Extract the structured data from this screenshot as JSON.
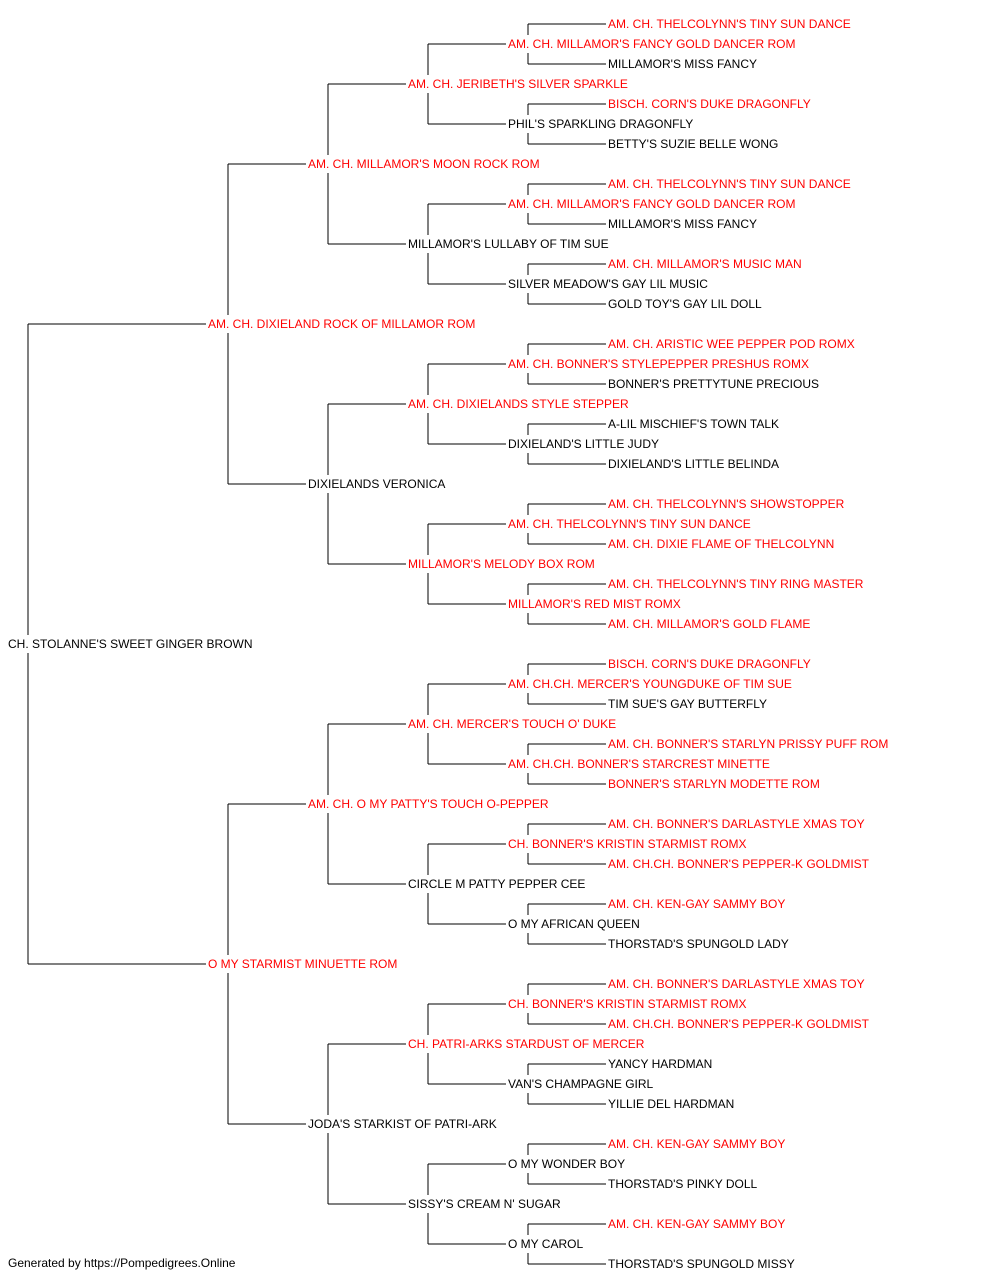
{
  "colors": {
    "champion": "#ff0000",
    "normal": "#000000",
    "line": "#000000"
  },
  "footer": "Generated by https://Pompedigrees.Online",
  "pedigree": {
    "name": "CH. STOLANNE'S SWEET GINGER BROWN",
    "champion": false,
    "sire": {
      "name": "AM. CH. DIXIELAND ROCK OF MILLAMOR ROM",
      "champion": true,
      "sire": {
        "name": "AM. CH. MILLAMOR'S MOON ROCK ROM",
        "champion": true,
        "sire": {
          "name": "AM. CH. JERIBETH'S SILVER SPARKLE",
          "champion": true,
          "sire": {
            "name": "AM. CH. MILLAMOR'S FANCY GOLD DANCER ROM",
            "champion": true,
            "sire": {
              "name": "AM. CH. THELCOLYNN'S TINY SUN DANCE",
              "champion": true
            },
            "dam": {
              "name": "MILLAMOR'S MISS FANCY",
              "champion": false
            }
          },
          "dam": {
            "name": "PHIL'S SPARKLING DRAGONFLY",
            "champion": false,
            "sire": {
              "name": "BISCH. CORN'S DUKE DRAGONFLY",
              "champion": true
            },
            "dam": {
              "name": "BETTY'S SUZIE BELLE WONG",
              "champion": false
            }
          }
        },
        "dam": {
          "name": "MILLAMOR'S LULLABY OF TIM SUE",
          "champion": false,
          "sire": {
            "name": "AM. CH. MILLAMOR'S FANCY GOLD DANCER ROM",
            "champion": true,
            "sire": {
              "name": "AM. CH. THELCOLYNN'S TINY SUN DANCE",
              "champion": true
            },
            "dam": {
              "name": "MILLAMOR'S MISS FANCY",
              "champion": false
            }
          },
          "dam": {
            "name": "SILVER MEADOW'S GAY LIL MUSIC",
            "champion": false,
            "sire": {
              "name": "AM. CH. MILLAMOR'S MUSIC MAN",
              "champion": true
            },
            "dam": {
              "name": "GOLD TOY'S GAY LIL DOLL",
              "champion": false
            }
          }
        }
      },
      "dam": {
        "name": "DIXIELANDS VERONICA",
        "champion": false,
        "sire": {
          "name": "AM. CH. DIXIELANDS STYLE STEPPER",
          "champion": true,
          "sire": {
            "name": "AM. CH. BONNER'S STYLEPEPPER PRESHUS ROMX",
            "champion": true,
            "sire": {
              "name": "AM. CH. ARISTIC WEE PEPPER POD ROMX",
              "champion": true
            },
            "dam": {
              "name": "BONNER'S PRETTYTUNE PRECIOUS",
              "champion": false
            }
          },
          "dam": {
            "name": "DIXIELAND'S LITTLE JUDY",
            "champion": false,
            "sire": {
              "name": "A-LIL MISCHIEF'S TOWN TALK",
              "champion": false
            },
            "dam": {
              "name": "DIXIELAND'S LITTLE BELINDA",
              "champion": false
            }
          }
        },
        "dam": {
          "name": "MILLAMOR'S MELODY BOX ROM",
          "champion": true,
          "sire": {
            "name": "AM. CH. THELCOLYNN'S TINY SUN DANCE",
            "champion": true,
            "sire": {
              "name": "AM. CH. THELCOLYNN'S SHOWSTOPPER",
              "champion": true
            },
            "dam": {
              "name": "AM. CH. DIXIE FLAME OF THELCOLYNN",
              "champion": true
            }
          },
          "dam": {
            "name": "MILLAMOR'S RED MIST ROMX",
            "champion": true,
            "sire": {
              "name": "AM. CH. THELCOLYNN'S TINY RING MASTER",
              "champion": true
            },
            "dam": {
              "name": "AM. CH. MILLAMOR'S GOLD FLAME",
              "champion": true
            }
          }
        }
      }
    },
    "dam": {
      "name": "O MY STARMIST MINUETTE ROM",
      "champion": true,
      "sire": {
        "name": "AM. CH. O MY PATTY'S TOUCH O-PEPPER",
        "champion": true,
        "sire": {
          "name": "AM. CH. MERCER'S TOUCH O' DUKE",
          "champion": true,
          "sire": {
            "name": "AM. CH.CH. MERCER'S YOUNGDUKE OF TIM SUE",
            "champion": true,
            "sire": {
              "name": "BISCH. CORN'S DUKE DRAGONFLY",
              "champion": true
            },
            "dam": {
              "name": "TIM SUE'S GAY BUTTERFLY",
              "champion": false
            }
          },
          "dam": {
            "name": "AM. CH.CH. BONNER'S STARCREST MINETTE",
            "champion": true,
            "sire": {
              "name": "AM. CH. BONNER'S STARLYN PRISSY PUFF ROM",
              "champion": true
            },
            "dam": {
              "name": "BONNER'S STARLYN MODETTE ROM",
              "champion": true
            }
          }
        },
        "dam": {
          "name": "CIRCLE M PATTY PEPPER CEE",
          "champion": false,
          "sire": {
            "name": "CH. BONNER'S KRISTIN STARMIST ROMX",
            "champion": true,
            "sire": {
              "name": "AM. CH. BONNER'S DARLASTYLE XMAS TOY",
              "champion": true
            },
            "dam": {
              "name": "AM. CH.CH. BONNER'S PEPPER-K GOLDMIST",
              "champion": true
            }
          },
          "dam": {
            "name": "O MY AFRICAN QUEEN",
            "champion": false,
            "sire": {
              "name": "AM. CH. KEN-GAY SAMMY BOY",
              "champion": true
            },
            "dam": {
              "name": "THORSTAD'S SPUNGOLD LADY",
              "champion": false
            }
          }
        }
      },
      "dam": {
        "name": "JODA'S STARKIST OF PATRI-ARK",
        "champion": false,
        "sire": {
          "name": "CH. PATRI-ARKS STARDUST OF MERCER",
          "champion": true,
          "sire": {
            "name": "CH. BONNER'S KRISTIN STARMIST ROMX",
            "champion": true,
            "sire": {
              "name": "AM. CH. BONNER'S DARLASTYLE XMAS TOY",
              "champion": true
            },
            "dam": {
              "name": "AM. CH.CH. BONNER'S PEPPER-K GOLDMIST",
              "champion": true
            }
          },
          "dam": {
            "name": "VAN'S CHAMPAGNE GIRL",
            "champion": false,
            "sire": {
              "name": "YANCY HARDMAN",
              "champion": false
            },
            "dam": {
              "name": "YILLIE DEL HARDMAN",
              "champion": false
            }
          }
        },
        "dam": {
          "name": "SISSY'S CREAM N' SUGAR",
          "champion": false,
          "sire": {
            "name": "O MY WONDER BOY",
            "champion": false,
            "sire": {
              "name": "AM. CH. KEN-GAY SAMMY BOY",
              "champion": true
            },
            "dam": {
              "name": "THORSTAD'S PINKY DOLL",
              "champion": false
            }
          },
          "dam": {
            "name": "O MY CAROL",
            "champion": false,
            "sire": {
              "name": "AM. CH. KEN-GAY SAMMY BOY",
              "champion": true
            },
            "dam": {
              "name": "THORSTAD'S SPUNGOLD MISSY",
              "champion": false
            }
          }
        }
      }
    }
  }
}
